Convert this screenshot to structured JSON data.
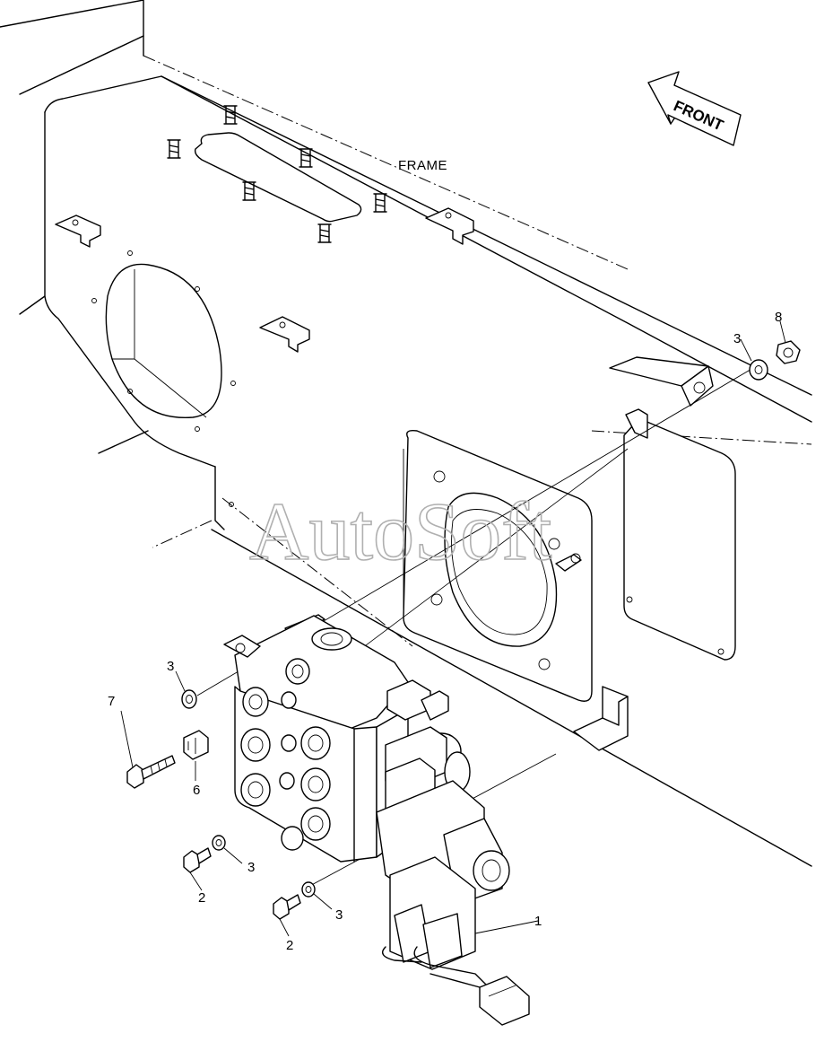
{
  "diagram": {
    "frame_label": "FRAME",
    "front_label": "FRONT",
    "watermark": "AutoSoft",
    "callouts": [
      {
        "id": "c1",
        "label": "1"
      },
      {
        "id": "c2a",
        "label": "2"
      },
      {
        "id": "c2b",
        "label": "2"
      },
      {
        "id": "c3a",
        "label": "3"
      },
      {
        "id": "c3b",
        "label": "3"
      },
      {
        "id": "c3c",
        "label": "3"
      },
      {
        "id": "c3d",
        "label": "3"
      },
      {
        "id": "c6",
        "label": "6"
      },
      {
        "id": "c7",
        "label": "7"
      },
      {
        "id": "c8",
        "label": "8"
      }
    ]
  }
}
